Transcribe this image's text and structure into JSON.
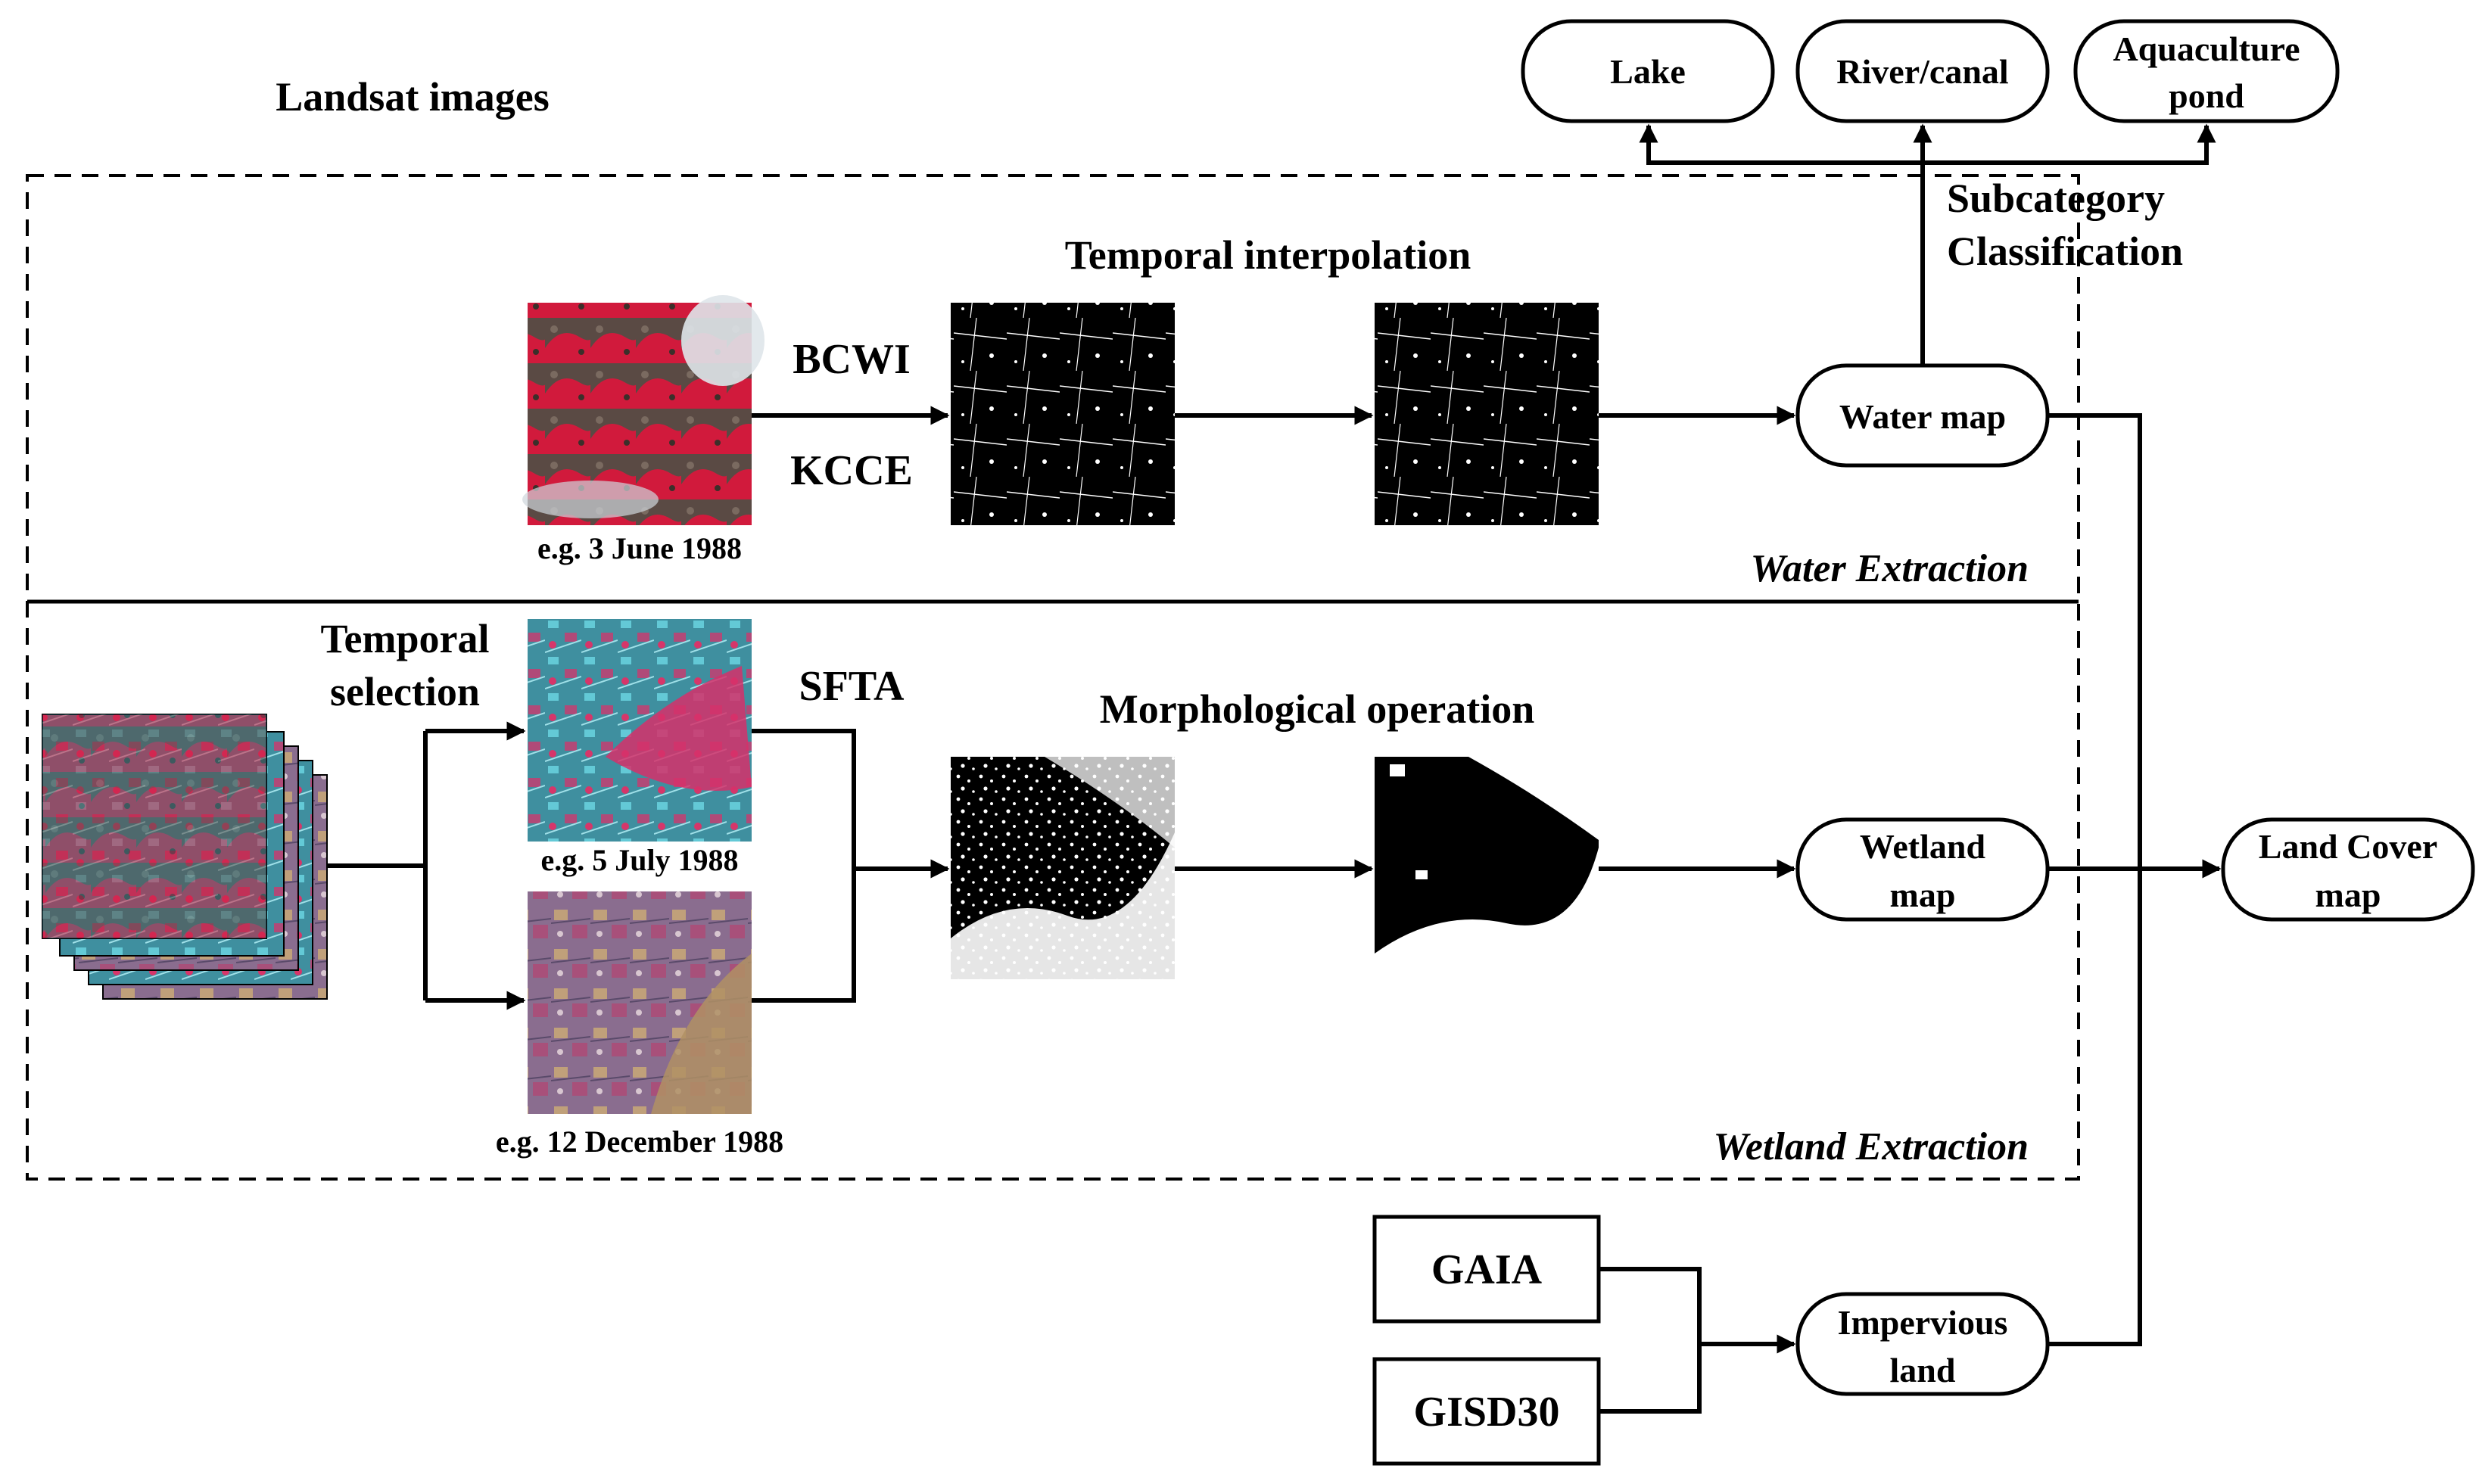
{
  "diagram": {
    "title": "Landsat images",
    "sections": {
      "water": "Water Extraction",
      "wetland": "Wetland Extraction"
    },
    "steps": {
      "temporal_interpolation": "Temporal interpolation",
      "bcwi": "BCWI",
      "kcce": "KCCE",
      "temporal_selection_line1": "Temporal",
      "temporal_selection_line2": "selection",
      "sfta": "SFTA",
      "morphological_operation": "Morphological operation",
      "subcategory_line1": "Subcategory",
      "subcategory_line2": "Classification"
    },
    "captions": {
      "june": "e.g. 3 June 1988",
      "july": "e.g. 5 July 1988",
      "december": "e.g. 12 December 1988"
    },
    "nodes": {
      "lake": "Lake",
      "river_canal": "River/canal",
      "aquaculture_line1": "Aquaculture",
      "aquaculture_line2": "pond",
      "water_map": "Water map",
      "wetland_map_line1": "Wetland",
      "wetland_map_line2": "map",
      "land_cover_line1": "Land Cover",
      "land_cover_line2": "map",
      "gaia": "GAIA",
      "gisd30": "GISD30",
      "impervious_line1": "Impervious",
      "impervious_line2": "land"
    }
  }
}
